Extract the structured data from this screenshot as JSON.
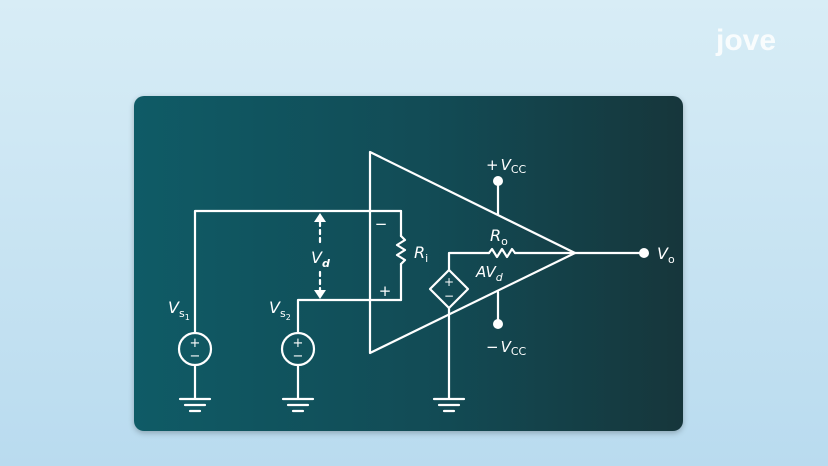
{
  "brand": {
    "logo_text": "jove"
  },
  "circuit": {
    "labels": {
      "vs1": "V",
      "vs1_sub1": "s",
      "vs1_sub2": "1",
      "vs2": "V",
      "vs2_sub1": "s",
      "vs2_sub2": "2",
      "vd": "V",
      "vd_sub": "d",
      "ri": "R",
      "ri_sub": "i",
      "ro": "R",
      "ro_sub": "o",
      "avd": "AV",
      "avd_sub": "d",
      "vcc_pos_sign": "+",
      "vcc_pos": "V",
      "vcc_pos_sub": "CC",
      "vcc_neg_sign": "−",
      "vcc_neg": "V",
      "vcc_neg_sub": "CC",
      "vo": "V",
      "vo_sub": "o",
      "inv_sign": "−",
      "noninv_sign": "+",
      "src_plus": "+",
      "src_minus": "−"
    }
  }
}
